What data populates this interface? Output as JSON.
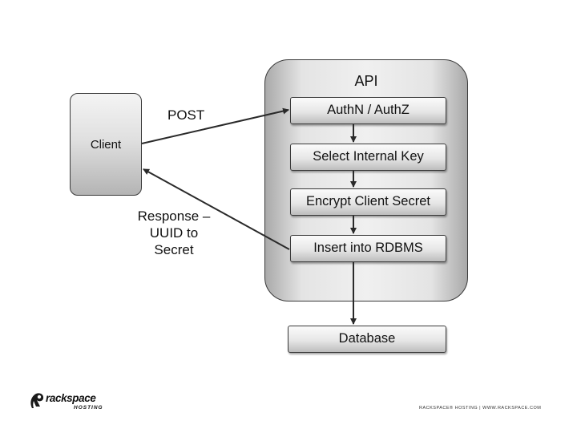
{
  "api": {
    "title": "API"
  },
  "client": {
    "label": "Client"
  },
  "steps": [
    {
      "label": "AuthN / AuthZ"
    },
    {
      "label": "Select Internal Key"
    },
    {
      "label": "Encrypt Client Secret"
    },
    {
      "label": "Insert into RDBMS"
    }
  ],
  "database": {
    "label": "Database"
  },
  "edges": {
    "post": "POST",
    "response": [
      "Response –",
      "UUID to",
      "Secret"
    ]
  },
  "footer": {
    "brand": "rackspace",
    "brand_sub": "HOSTING",
    "text": "RACKSPACE® HOSTING   |   WWW.RACKSPACE.COM"
  }
}
